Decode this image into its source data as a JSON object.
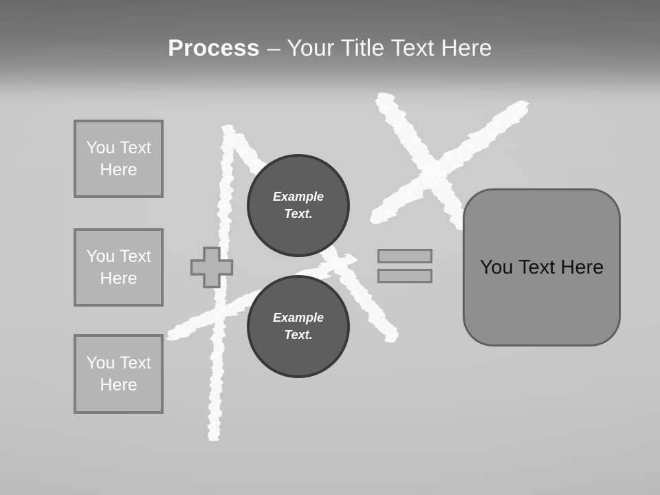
{
  "slide": {
    "title": {
      "bold": "Process",
      "regular": "– Your Title Text Here"
    },
    "input_boxes": [
      {
        "label": "You Text Here"
      },
      {
        "label": "You Text Here"
      },
      {
        "label": "You Text Here"
      }
    ],
    "example_circles": [
      {
        "label": "Example Text."
      },
      {
        "label": "Example Text."
      }
    ],
    "result_box": {
      "label": "You Text Here"
    },
    "decorations": {
      "chalk_cross": "x-mark",
      "chalk_sketch": "hand-drawn strokes"
    },
    "colors": {
      "header_top": "#696969",
      "header_bottom": "#8f8f8f",
      "canvas": "#c9c9c9",
      "box_fill": "#b5b5b5",
      "box_border": "#7d7d7d",
      "box_text": "#ffffff",
      "circle_fill": "#5e5e5e",
      "circle_border": "#383838",
      "circle_text": "#ffffff",
      "result_fill": "#8f8f8f",
      "result_border": "#5f5f5f",
      "result_text": "#111111",
      "title_text": "#f8f8f8",
      "chalk": "#fafafa"
    }
  }
}
